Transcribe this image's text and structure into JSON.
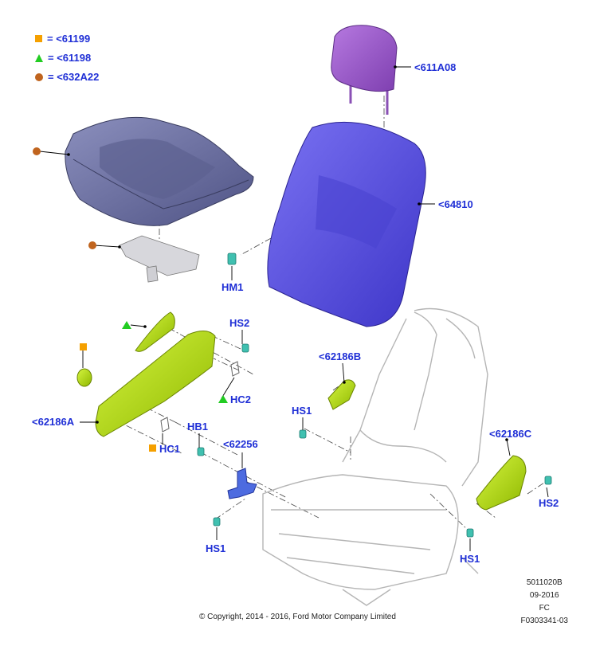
{
  "colors": {
    "label": "#1f2fd6",
    "square": "#f5a000",
    "triangle": "#22cc22",
    "dot": "#c0641e",
    "cushion": "#6b6f9e",
    "headrest": "#9a55c8",
    "backrest": "#5a50e0",
    "shield": "#b6e000",
    "frame": "#c8c8c8",
    "bracket": "#4060d0",
    "screw": "#30b8a8"
  },
  "legend": [
    {
      "symbol": "square",
      "text": "= <61199"
    },
    {
      "symbol": "triangle",
      "text": "= <61198"
    },
    {
      "symbol": "dot",
      "text": "= <632A22"
    }
  ],
  "labels": {
    "headrest": "<611A08",
    "backrest": "<64810",
    "hm1": "HM1",
    "hs2_top": "HS2",
    "hc2": "HC2",
    "shield_b": "<62186B",
    "hs1_mid": "HS1",
    "shield_a": "<62186A",
    "hc1": "HC1",
    "hb1": "HB1",
    "bracket": "<62256",
    "shield_c": "<62186C",
    "hs2_right": "HS2",
    "hs1_bottom_left": "HS1",
    "hs1_bottom_right": "HS1"
  },
  "footer": {
    "copyright": "© Copyright, 2014 - 2016, Ford Motor Company Limited",
    "code1": "5011020B",
    "date": "09-2016",
    "fc": "FC",
    "figure": "F0303341-03"
  }
}
